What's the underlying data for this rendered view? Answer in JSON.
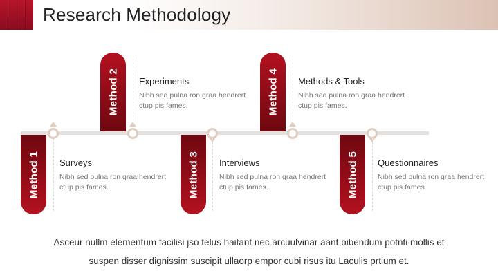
{
  "header": {
    "title": "Research Methodology"
  },
  "methods": [
    {
      "tab_label": "Method 1",
      "heading": "Surveys",
      "body": "Nibh sed pulna ron graa hendrert ctup pis fames."
    },
    {
      "tab_label": "Method 2",
      "heading": "Experiments",
      "body": "Nibh sed pulna ron graa hendrert ctup pis fames."
    },
    {
      "tab_label": "Method 3",
      "heading": "Interviews",
      "body": "Nibh sed pulna ron graa hendrert ctup pis fames."
    },
    {
      "tab_label": "Method 4",
      "heading": "Methods & Tools",
      "body": "Nibh sed pulna ron graa hendrert ctup pis fames."
    },
    {
      "tab_label": "Method 5",
      "heading": "Questionnaires",
      "body": "Nibh sed pulna ron graa hendrert ctup pis fames."
    }
  ],
  "footer": {
    "text": "Asceur nullm elementum facilisi jso telus haitant nec arcuulvinar aant bibendum potnti mollis et suspen disser dignissim suscipit ullaorp empor cubi risus itu Laculis prtium et."
  },
  "colors": {
    "accent": "#b3111f",
    "accent_dark": "#6e0810",
    "timeline": "#e3e0de",
    "node_ring": "#e0cdbf"
  }
}
